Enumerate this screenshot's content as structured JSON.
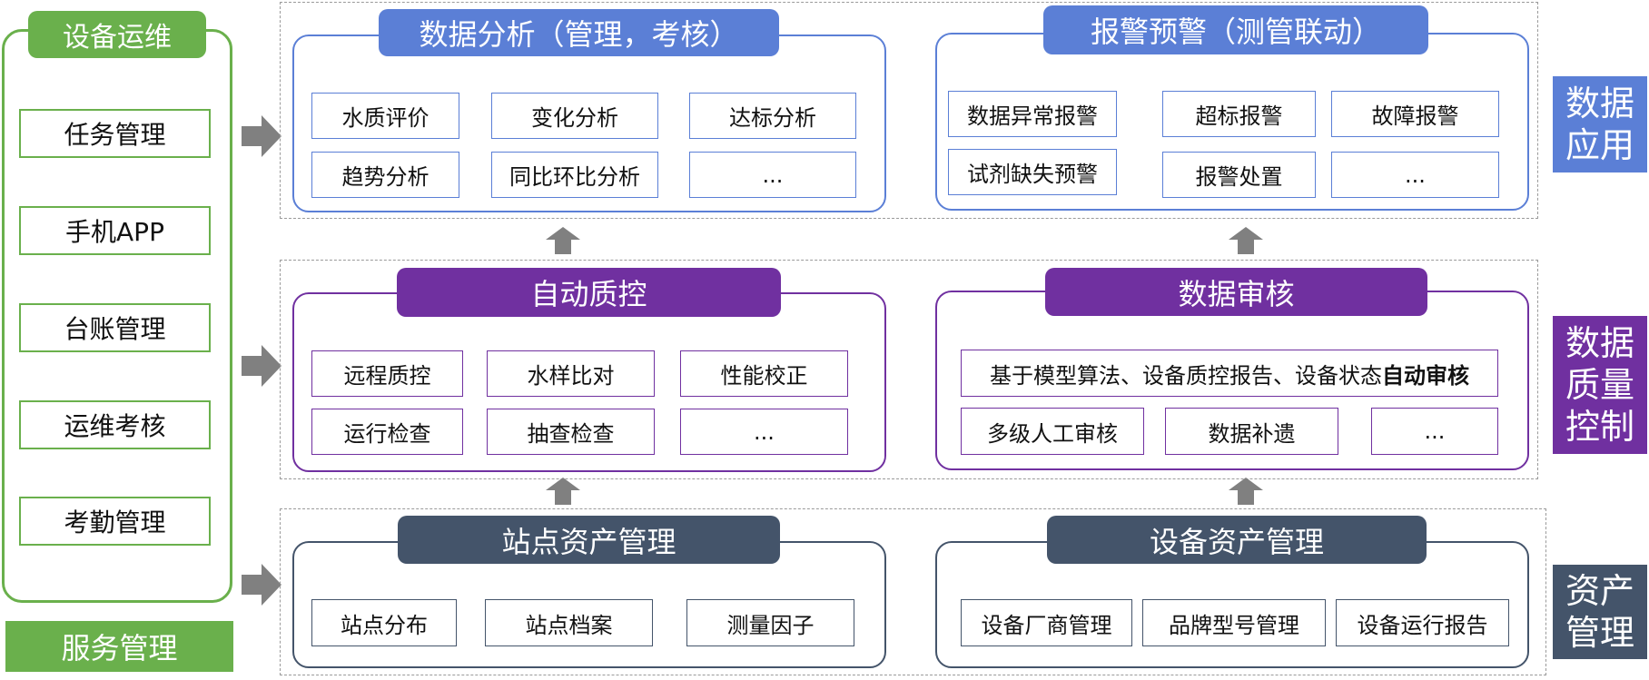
{
  "service": {
    "title": "设备运维",
    "items": [
      "任务管理",
      "手机APP",
      "台账管理",
      "运维考核",
      "考勤管理"
    ],
    "bottom_label": "服务管理"
  },
  "layers": {
    "application": {
      "side_label": [
        "数据",
        "应用"
      ],
      "left_panel": {
        "title": "数据分析（管理，考核）",
        "cells": [
          "水质评价",
          "变化分析",
          "达标分析",
          "趋势分析",
          "同比环比分析",
          "..."
        ]
      },
      "right_panel": {
        "title": "报警预警（测管联动）",
        "cells": [
          "数据异常报警",
          "超标报警",
          "故障报警",
          "试剂缺失预警",
          "报警处置",
          "..."
        ]
      }
    },
    "quality": {
      "side_label": [
        "数据",
        "质量",
        "控制"
      ],
      "left_panel": {
        "title": "自动质控",
        "cells": [
          "远程质控",
          "水样比对",
          "性能校正",
          "运行检查",
          "抽查检查",
          "..."
        ]
      },
      "right_panel": {
        "title": "数据审核",
        "wide_cell_normal": "基于模型算法、设备质控报告、设备状态",
        "wide_cell_bold": "自动审核",
        "cells": [
          "多级人工审核",
          "数据补遗",
          "..."
        ]
      }
    },
    "asset": {
      "side_label": [
        "资产",
        "管理"
      ],
      "left_panel": {
        "title": "站点资产管理",
        "cells": [
          "站点分布",
          "站点档案",
          "测量因子"
        ]
      },
      "right_panel": {
        "title": "设备资产管理",
        "cells": [
          "设备厂商管理",
          "品牌型号管理",
          "设备运行报告"
        ]
      }
    }
  },
  "colors": {
    "green": "#6ab04c",
    "blue": "#5b7fd6",
    "purple": "#7030a0",
    "slate": "#44546a",
    "arrow": "#808080"
  }
}
